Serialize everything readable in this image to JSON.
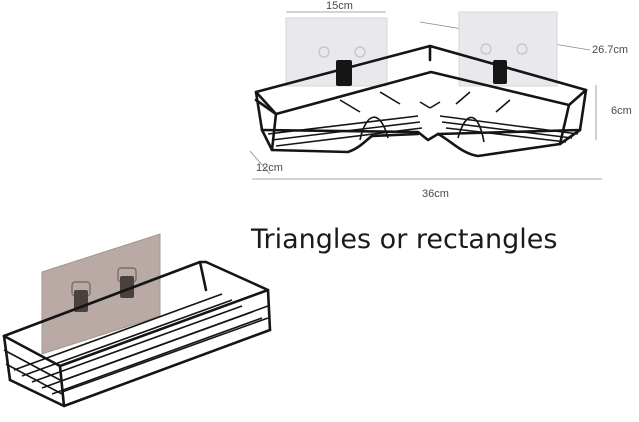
{
  "corner_rack": {
    "dimensions": {
      "width_top": "15cm",
      "depth_right": "26.7cm",
      "height": "6cm",
      "depth_left": "12cm",
      "total_width": "36cm"
    }
  },
  "caption": {
    "text": "Triangles or rectangles"
  },
  "colors": {
    "wire": "#151515",
    "suction_pad": "#e9e8ec",
    "suction_pad_tinted": "#b9aaa6",
    "dimension_line": "#8a8a8a",
    "background": "#ffffff"
  },
  "icons": {
    "corner_rack": "corner-shelf-illustration",
    "rectangular_rack": "rectangular-shelf-illustration",
    "suction_hook": "hook-icon"
  }
}
